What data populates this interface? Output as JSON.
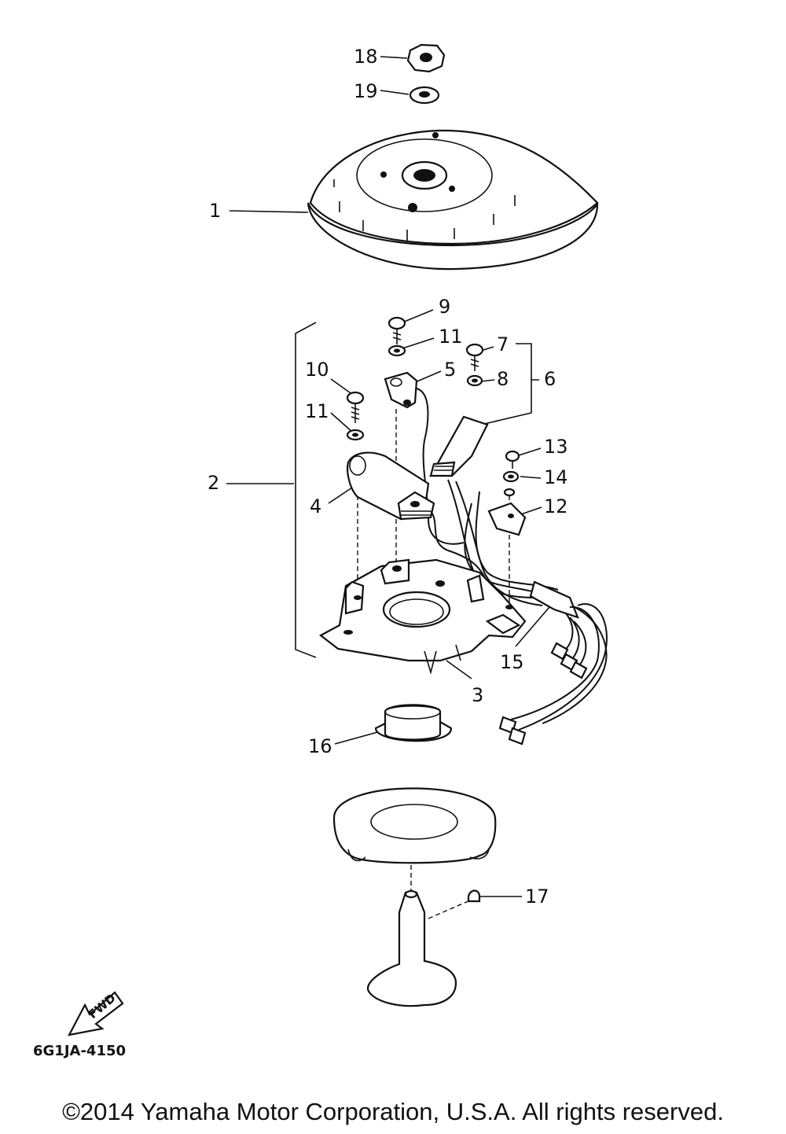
{
  "diagram": {
    "callouts": [
      {
        "id": "c18",
        "label": "18"
      },
      {
        "id": "c19",
        "label": "19"
      },
      {
        "id": "c1",
        "label": "1"
      },
      {
        "id": "c9",
        "label": "9"
      },
      {
        "id": "c11a",
        "label": "11"
      },
      {
        "id": "c7",
        "label": "7"
      },
      {
        "id": "c10",
        "label": "10"
      },
      {
        "id": "c5",
        "label": "5"
      },
      {
        "id": "c8",
        "label": "8"
      },
      {
        "id": "c6",
        "label": "6"
      },
      {
        "id": "c11b",
        "label": "11"
      },
      {
        "id": "c13",
        "label": "13"
      },
      {
        "id": "c2",
        "label": "2"
      },
      {
        "id": "c14",
        "label": "14"
      },
      {
        "id": "c4",
        "label": "4"
      },
      {
        "id": "c12",
        "label": "12"
      },
      {
        "id": "c15",
        "label": "15"
      },
      {
        "id": "c3",
        "label": "3"
      },
      {
        "id": "c16",
        "label": "16"
      },
      {
        "id": "c17",
        "label": "17"
      }
    ],
    "direction_label": "FWD",
    "reference_code": "6G1JA-4150"
  },
  "footer": {
    "copyright": "©2014 Yamaha Motor Corporation, U.S.A. All rights reserved."
  }
}
